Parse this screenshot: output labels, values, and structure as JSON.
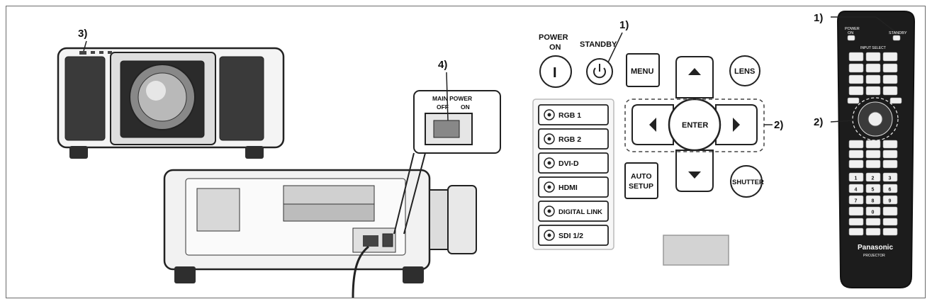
{
  "callouts": {
    "c1_panel": "1)",
    "c1_remote": "1)",
    "c2_panel": "2)",
    "c2_remote": "2)",
    "c3": "3)",
    "c4": "4)"
  },
  "main_power": {
    "title": "MAIN POWER",
    "off": "OFF",
    "on": "ON"
  },
  "panel": {
    "power_on_l1": "POWER",
    "power_on_l2": "ON",
    "power_on_glyph": "I",
    "standby": "STANDBY",
    "menu": "MENU",
    "lens": "LENS",
    "enter": "ENTER",
    "auto_setup_l1": "AUTO",
    "auto_setup_l2": "SETUP",
    "shutter": "SHUTTER",
    "inputs": [
      "RGB 1",
      "RGB 2",
      "DVI-D",
      "HDMI",
      "DIGITAL LINK",
      "SDI 1/2"
    ]
  },
  "remote": {
    "power_on_l1": "POWER",
    "power_on_l2": "ON",
    "standby": "STANDBY",
    "input_select": "INPUT SELECT",
    "numbers": [
      "1",
      "2",
      "3",
      "4",
      "5",
      "6",
      "7",
      "8",
      "9",
      "0"
    ],
    "brand": "Panasonic",
    "sub": "PROJECTOR"
  }
}
